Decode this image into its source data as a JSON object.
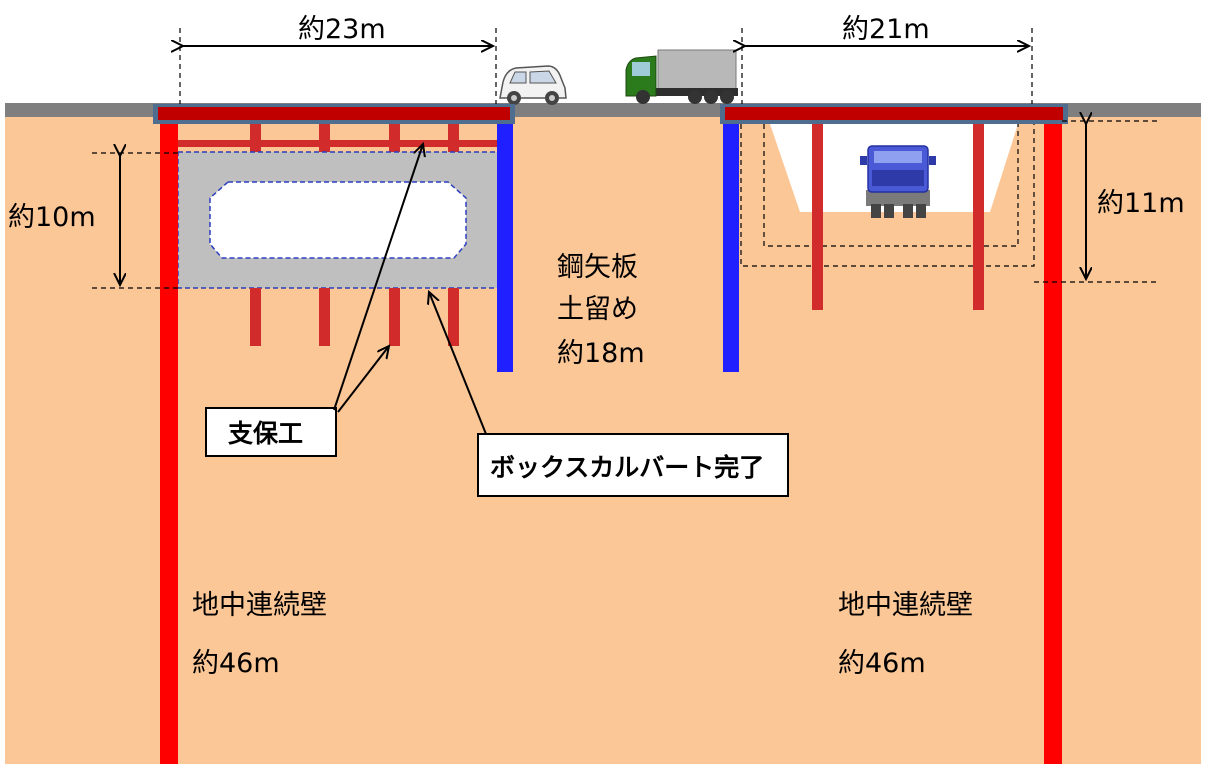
{
  "colors": {
    "ground": "#fcc797",
    "road": "#7f7f7f",
    "diaphragm_wall": "#ff0000",
    "steel_sheet_pile": "#1f1fff",
    "strut": "#d22b2b",
    "deck": "#c00000",
    "deck_border": "#4f6d8f",
    "culvert": "#bfbfbf"
  },
  "dimensions": {
    "left_width": "約23m",
    "right_width": "約21m",
    "left_depth": "約10m",
    "right_depth": "約11m"
  },
  "labels": {
    "sheet_pile_line1": "鋼矢板",
    "sheet_pile_line2": "土留め",
    "sheet_pile_line3": "約18m",
    "support": "支保工",
    "culvert_complete": "ボックスカルバート完了",
    "left_wall_name": "地中連続壁",
    "left_wall_depth": "約46m",
    "right_wall_name": "地中連続壁",
    "right_wall_depth": "約46m"
  },
  "icons": {
    "car": "car-icon",
    "truck": "truck-icon",
    "dump_truck": "dump-truck-icon"
  }
}
